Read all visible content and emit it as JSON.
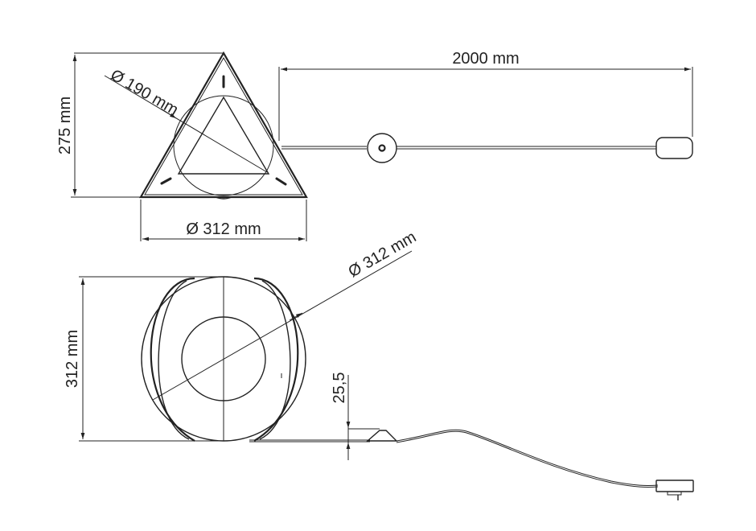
{
  "drawing": {
    "top_view": {
      "height_label": "275 mm",
      "inner_diameter_label": "Ø 190 mm",
      "outer_diameter_label": "Ø 312 mm"
    },
    "cable": {
      "length_label": "2000 mm"
    },
    "side_view": {
      "height_label": "312 mm",
      "diameter_label": "Ø 312 mm",
      "base_height_label": "25,5"
    }
  },
  "colors": {
    "line": "#222222",
    "background": "#ffffff"
  }
}
